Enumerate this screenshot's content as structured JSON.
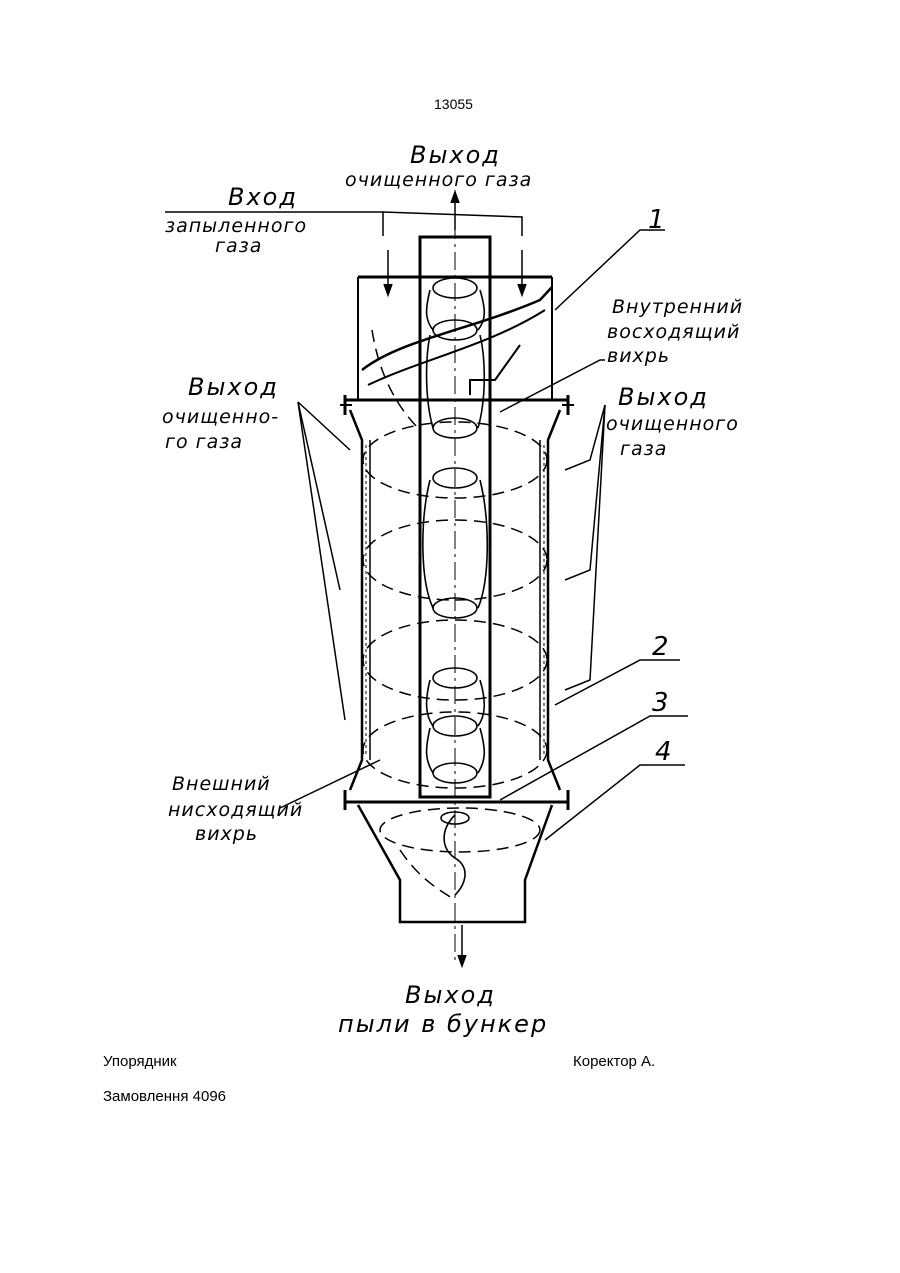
{
  "page_number": "13055",
  "footer": {
    "compiler": "Упорядник",
    "corrector": "Коректор А.",
    "order": "Замовлення 4096"
  },
  "drawing": {
    "top_outlet": [
      "Выход",
      "очищенного газа"
    ],
    "inlet": [
      "Вход",
      "запыленного",
      "газа"
    ],
    "left_outlet": [
      "Выход",
      "очищенно-",
      "го газа"
    ],
    "right_outlet": [
      "Выход",
      "очищенного",
      "газа"
    ],
    "inner_vortex": [
      "Внутренний",
      "восходящий",
      "вихрь"
    ],
    "outer_vortex": [
      "Внешний",
      "нисходящий",
      "вихрь"
    ],
    "bottom_outlet": [
      "Выход",
      "пыли в бункер"
    ],
    "callouts": [
      "1",
      "2",
      "3",
      "4"
    ]
  }
}
